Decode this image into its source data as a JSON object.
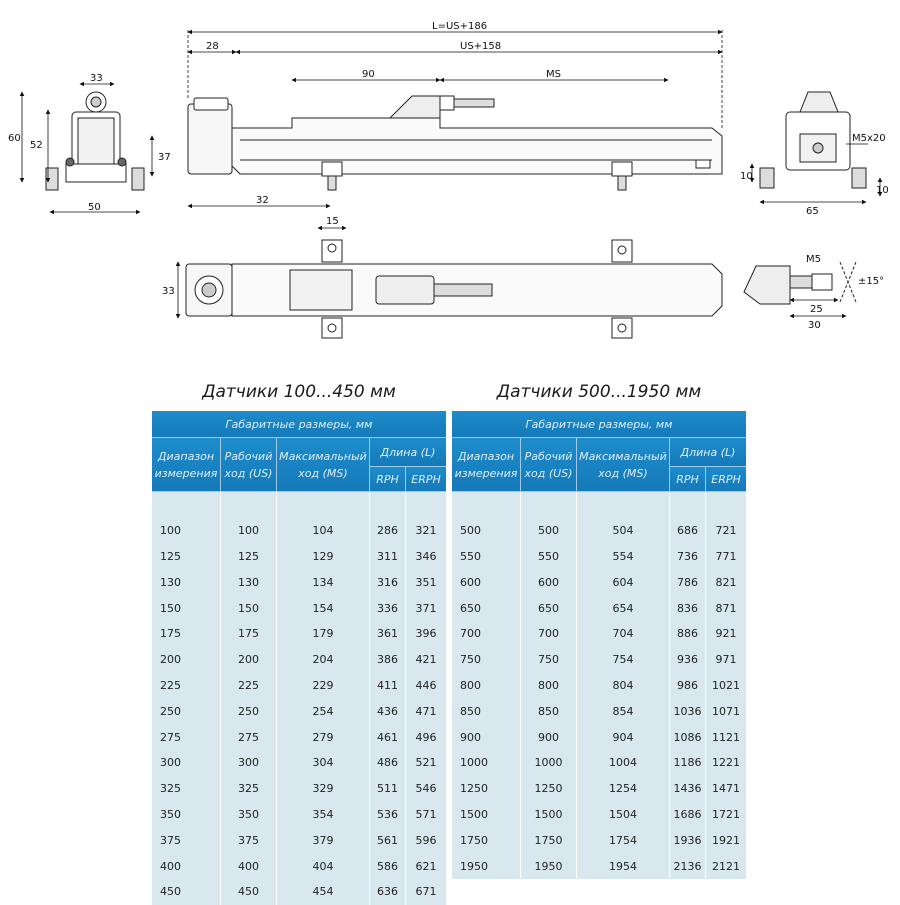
{
  "drawing": {
    "dims": {
      "L": "L=US+186",
      "US": "US+158",
      "d28": "28",
      "d90": "90",
      "MS": "MS",
      "d32": "32",
      "d15": "15",
      "d33_top": "33",
      "d60": "60",
      "d52": "52",
      "d37": "37",
      "d50": "50",
      "d33_side": "33",
      "M5x20": "M5x20",
      "d10a": "10",
      "d10b": "10",
      "d65": "65",
      "M5": "M5",
      "angle": "±15°",
      "d25": "25",
      "d30": "30"
    }
  },
  "left": {
    "title": "Датчики 100...450 мм",
    "group_header": "Габаритные размеры, мм",
    "col_range": "Диапазон измерения",
    "col_us": "Рабочий ход (US)",
    "col_ms": "Максимальный ход (MS)",
    "col_length": "Длина (L)",
    "col_rph": "RPH",
    "col_erph": "ERPH",
    "rows": [
      [
        "100",
        "100",
        "104",
        "286",
        "321"
      ],
      [
        "125",
        "125",
        "129",
        "311",
        "346"
      ],
      [
        "130",
        "130",
        "134",
        "316",
        "351"
      ],
      [
        "150",
        "150",
        "154",
        "336",
        "371"
      ],
      [
        "175",
        "175",
        "179",
        "361",
        "396"
      ],
      [
        "200",
        "200",
        "204",
        "386",
        "421"
      ],
      [
        "225",
        "225",
        "229",
        "411",
        "446"
      ],
      [
        "250",
        "250",
        "254",
        "436",
        "471"
      ],
      [
        "275",
        "275",
        "279",
        "461",
        "496"
      ],
      [
        "300",
        "300",
        "304",
        "486",
        "521"
      ],
      [
        "325",
        "325",
        "329",
        "511",
        "546"
      ],
      [
        "350",
        "350",
        "354",
        "536",
        "571"
      ],
      [
        "375",
        "375",
        "379",
        "561",
        "596"
      ],
      [
        "400",
        "400",
        "404",
        "586",
        "621"
      ],
      [
        "450",
        "450",
        "454",
        "636",
        "671"
      ]
    ]
  },
  "right": {
    "title": "Датчики 500...1950 мм",
    "group_header": "Габаритные размеры, мм",
    "col_range": "Диапазон измерения",
    "col_us": "Рабочий ход (US)",
    "col_ms": "Максимальный ход (MS)",
    "col_length": "Длина (L)",
    "col_rph": "RPH",
    "col_erph": "ERPH",
    "rows": [
      [
        "500",
        "500",
        "504",
        "686",
        "721"
      ],
      [
        "550",
        "550",
        "554",
        "736",
        "771"
      ],
      [
        "600",
        "600",
        "604",
        "786",
        "821"
      ],
      [
        "650",
        "650",
        "654",
        "836",
        "871"
      ],
      [
        "700",
        "700",
        "704",
        "886",
        "921"
      ],
      [
        "750",
        "750",
        "754",
        "936",
        "971"
      ],
      [
        "800",
        "800",
        "804",
        "986",
        "1021"
      ],
      [
        "850",
        "850",
        "854",
        "1036",
        "1071"
      ],
      [
        "900",
        "900",
        "904",
        "1086",
        "1121"
      ],
      [
        "1000",
        "1000",
        "1004",
        "1186",
        "1221"
      ],
      [
        "1250",
        "1250",
        "1254",
        "1436",
        "1471"
      ],
      [
        "1500",
        "1500",
        "1504",
        "1686",
        "1721"
      ],
      [
        "1750",
        "1750",
        "1754",
        "1936",
        "1921"
      ],
      [
        "1950",
        "1950",
        "1954",
        "2136",
        "2121"
      ]
    ]
  }
}
